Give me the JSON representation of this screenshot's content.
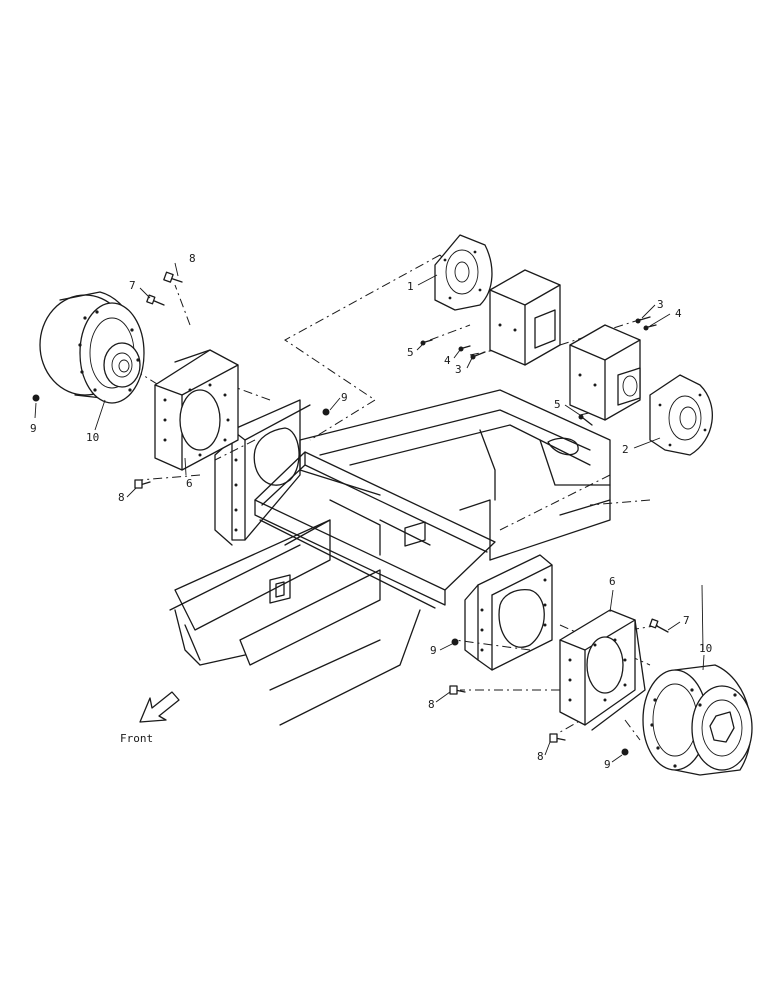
{
  "labels": {
    "p1": "1",
    "p2": "2",
    "p3a": "3",
    "p3b": "3",
    "p4a": "4",
    "p4b": "4",
    "p5a": "5",
    "p5b": "5",
    "p6a": "6",
    "p6b": "6",
    "p7a": "7",
    "p7b": "7",
    "p8a": "8",
    "p8b": "8",
    "p8c": "8",
    "p8d": "8",
    "p9a": "9",
    "p9b": "9",
    "p9c": "9",
    "p9d": "9",
    "p10a": "10",
    "p10b": "10"
  },
  "direction": {
    "label": "Front",
    "icon": "arrow-down-left-icon"
  },
  "colors": {
    "ink": "#1a1a1a",
    "paper": "#ffffff"
  }
}
